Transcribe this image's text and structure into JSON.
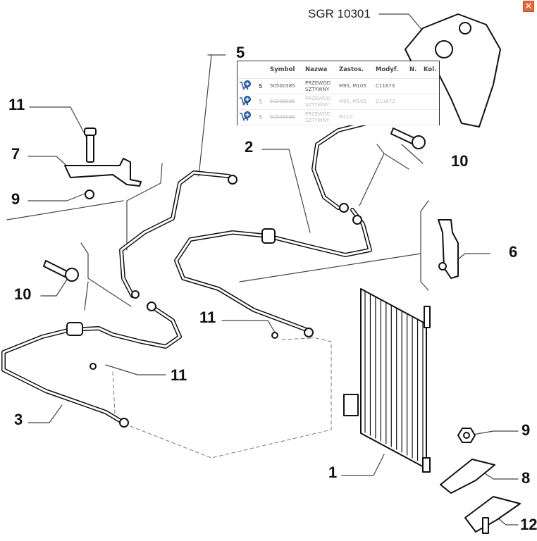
{
  "diagram": {
    "assembly_label": "SGR 10301",
    "callouts": [
      "5",
      "11",
      "7",
      "9",
      "2",
      "10",
      "10",
      "6",
      "11",
      "11",
      "3",
      "9",
      "1",
      "8",
      "12"
    ]
  },
  "close_button": {
    "icon": "close-icon",
    "glyph": "✕",
    "color": "#e8673d"
  },
  "popup": {
    "columns": [
      "",
      "",
      "Symbol",
      "Nazwa",
      "Zastos.",
      "Modyf.",
      "N.",
      "Kol."
    ],
    "rows": [
      {
        "icon": "add-to-cart-icon",
        "pos": "5",
        "symbol": "50500385",
        "name": "PRZEWÓD SZTYWNY",
        "usage": "M95, M105",
        "modif": "C11673",
        "n": "",
        "qty": "",
        "active": true
      },
      {
        "icon": "add-to-cart-icon",
        "pos": "5",
        "symbol": "50506036",
        "name": "PRZEWÓD SZTYWNY",
        "usage": "M95, M105",
        "modif": "D11673",
        "n": "",
        "qty": "",
        "active": false
      },
      {
        "icon": "add-to-cart-icon",
        "pos": "5",
        "symbol": "50506036",
        "name": "PRZEWÓD SZTYWNY",
        "usage": "M110",
        "modif": "",
        "n": "",
        "qty": "",
        "active": false
      }
    ]
  }
}
